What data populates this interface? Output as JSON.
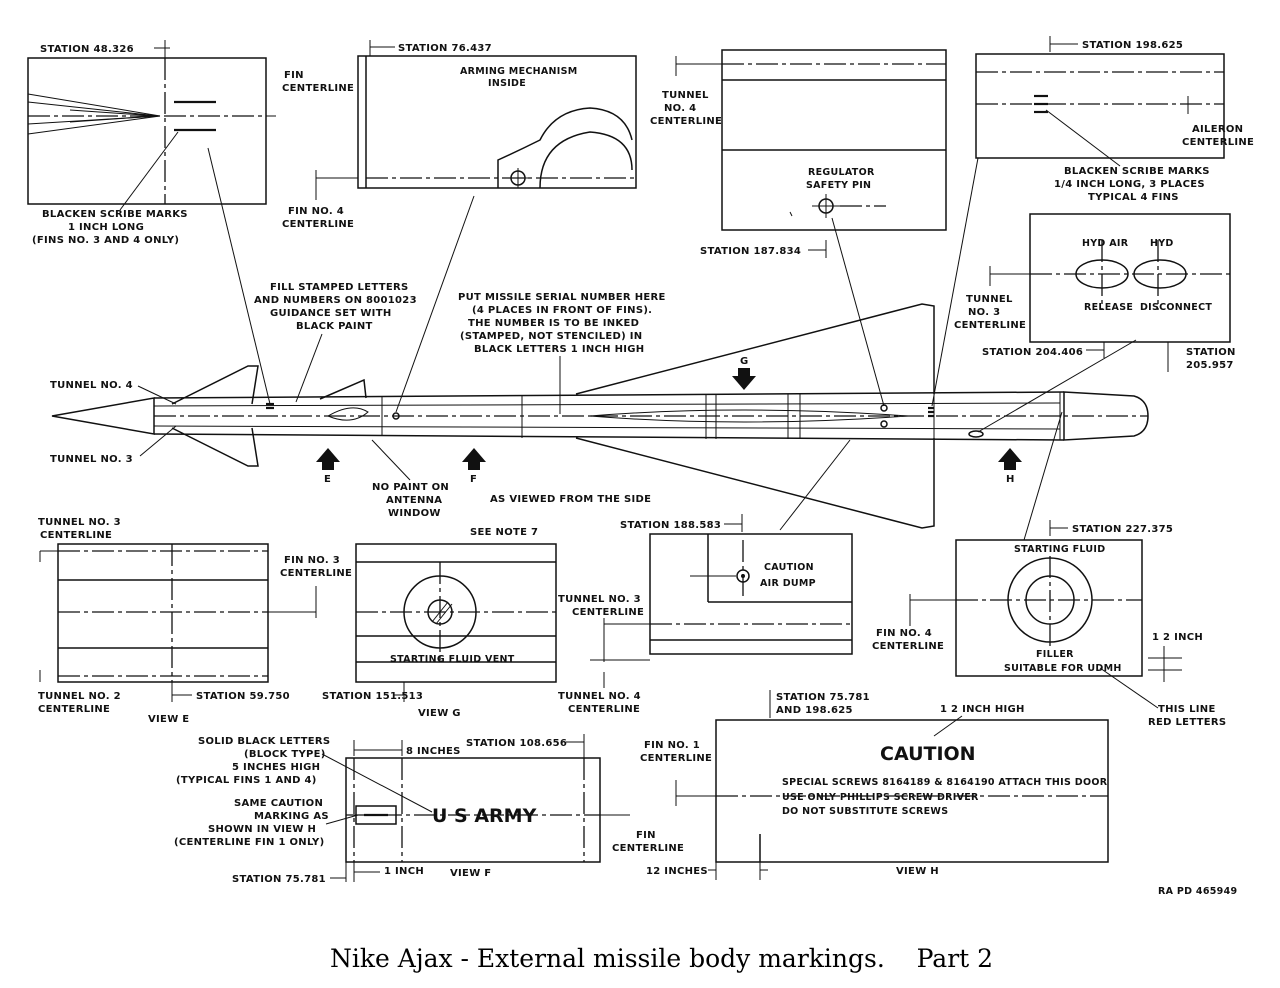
{
  "views": {
    "station_48": {
      "station": "STATION 48.326",
      "fin_centerline": [
        "FIN",
        "CENTERLINE"
      ],
      "scribe": [
        "BLACKEN SCRIBE MARKS",
        "1 INCH LONG",
        "(FINS NO. 3 AND 4 ONLY)"
      ]
    },
    "station_76": {
      "station": "STATION 76.437",
      "arming": [
        "ARMING MECHANISM",
        "INSIDE"
      ],
      "fin4": [
        "FIN NO. 4",
        "CENTERLINE"
      ]
    },
    "station_187": {
      "tunnel4": [
        "TUNNEL",
        "NO. 4",
        "CENTERLINE"
      ],
      "regulator": [
        "REGULATOR",
        "SAFETY PIN"
      ],
      "station": "STATION 187.834"
    },
    "station_198": {
      "station": "STATION 198.625",
      "aileron": [
        "AILERON",
        "CENTERLINE"
      ],
      "scribe": [
        "BLACKEN SCRIBE MARKS",
        "1/4 INCH LONG, 3 PLACES",
        "TYPICAL 4 FINS"
      ]
    },
    "station_204": {
      "hyd_air": "HYD AIR",
      "hyd": "HYD",
      "release": "RELEASE",
      "disconnect": "DISCONNECT",
      "tunnel3": [
        "TUNNEL",
        "NO. 3",
        "CENTERLINE"
      ],
      "station": "STATION 204.406",
      "station2": [
        "STATION",
        "205.957"
      ]
    },
    "side": {
      "fill_letters": [
        "FILL STAMPED LETTERS",
        "AND NUMBERS ON 8001023",
        "GUIDANCE SET WITH",
        "BLACK PAINT"
      ],
      "serial": [
        "PUT MISSILE SERIAL NUMBER HERE",
        "(4 PLACES IN FRONT OF FINS).",
        "THE NUMBER IS TO BE INKED",
        "(STAMPED, NOT STENCILED) IN",
        "BLACK LETTERS 1 INCH HIGH"
      ],
      "tunnel4": "TUNNEL NO. 4",
      "tunnel3": "TUNNEL NO. 3",
      "no_paint": [
        "NO PAINT ON",
        "ANTENNA",
        "WINDOW"
      ],
      "as_viewed": "AS VIEWED FROM THE SIDE",
      "arrows": {
        "e": "E",
        "f": "F",
        "g": "G",
        "h": "H"
      }
    },
    "view_e": {
      "tunnel3": [
        "TUNNEL NO. 3",
        "CENTERLINE"
      ],
      "fin3": [
        "FIN NO. 3",
        "CENTERLINE"
      ],
      "tunnel2": [
        "TUNNEL NO. 2",
        "CENTERLINE"
      ],
      "station": "STATION 59.750",
      "title": "VIEW E"
    },
    "view_g": {
      "note": "SEE NOTE 7",
      "vent": "STARTING FLUID VENT",
      "station": "STATION 151.513",
      "title": "VIEW G"
    },
    "air_dump": {
      "station": "STATION 188.583",
      "caution": "CAUTION",
      "air_dump": "AIR DUMP",
      "tunnel3": [
        "TUNNEL NO. 3",
        "CENTERLINE"
      ],
      "tunnel4": [
        "TUNNEL NO. 4",
        "CENTERLINE"
      ]
    },
    "starting_fluid": {
      "station": "STATION 227.375",
      "title": "STARTING FLUID",
      "fin4": [
        "FIN NO. 4",
        "CENTERLINE"
      ],
      "filler": "FILLER",
      "suitable": "SUITABLE FOR UDMH",
      "half_inch": "1 2 INCH",
      "red": [
        "THIS LINE",
        "RED LETTERS"
      ]
    },
    "view_f": {
      "solid": [
        "SOLID BLACK LETTERS",
        "(BLOCK TYPE)",
        "5 INCHES HIGH",
        "(TYPICAL FINS 1 AND 4)"
      ],
      "eight": "8 INCHES",
      "station": "STATION 108.656",
      "same": [
        "SAME CAUTION",
        "MARKING AS",
        "SHOWN IN VIEW H",
        "(CENTERLINE FIN 1 ONLY)"
      ],
      "army": "U S ARMY",
      "fin": [
        "FIN",
        "CENTERLINE"
      ],
      "station2": "STATION 75.781",
      "one_inch": "1 INCH",
      "title": "VIEW F"
    },
    "view_h": {
      "station": [
        "STATION 75.781",
        "AND 198.625"
      ],
      "half_high": "1 2 INCH HIGH",
      "fin1": [
        "FIN NO. 1",
        "CENTERLINE"
      ],
      "caution": "CAUTION",
      "lines": [
        "SPECIAL SCREWS 8164189 & 8164190 ATTACH THIS DOOR",
        "USE ONLY PHILLIPS SCREW DRIVER",
        "DO NOT SUBSTITUTE SCREWS"
      ],
      "twelve": "12 INCHES",
      "title": "VIEW H"
    }
  },
  "ref": "RA PD 465949",
  "caption": "Nike Ajax - External missile body markings.    Part 2"
}
